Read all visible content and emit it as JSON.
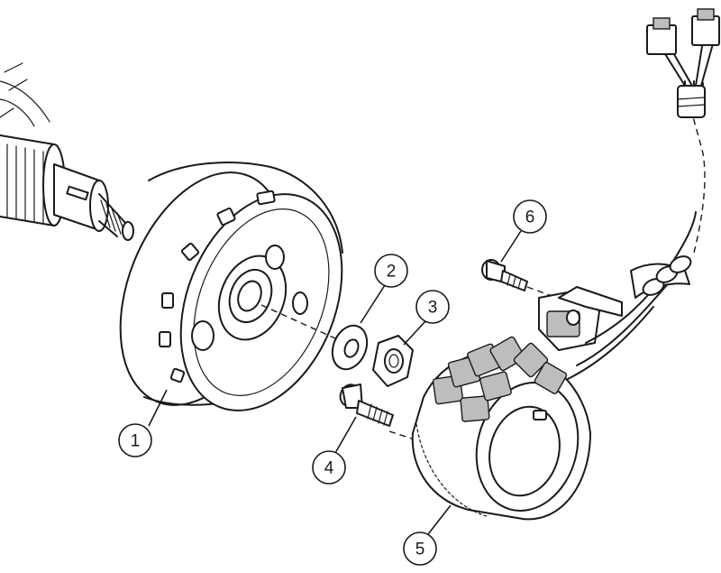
{
  "diagram": {
    "callouts": [
      {
        "id": "1",
        "label": "1"
      },
      {
        "id": "2",
        "label": "2"
      },
      {
        "id": "3",
        "label": "3"
      },
      {
        "id": "4",
        "label": "4"
      },
      {
        "id": "5",
        "label": "5"
      },
      {
        "id": "6",
        "label": "6"
      }
    ]
  },
  "colors": {
    "line": "#1a1a1a",
    "background": "#ffffff",
    "shade": "#bdbdbd"
  }
}
